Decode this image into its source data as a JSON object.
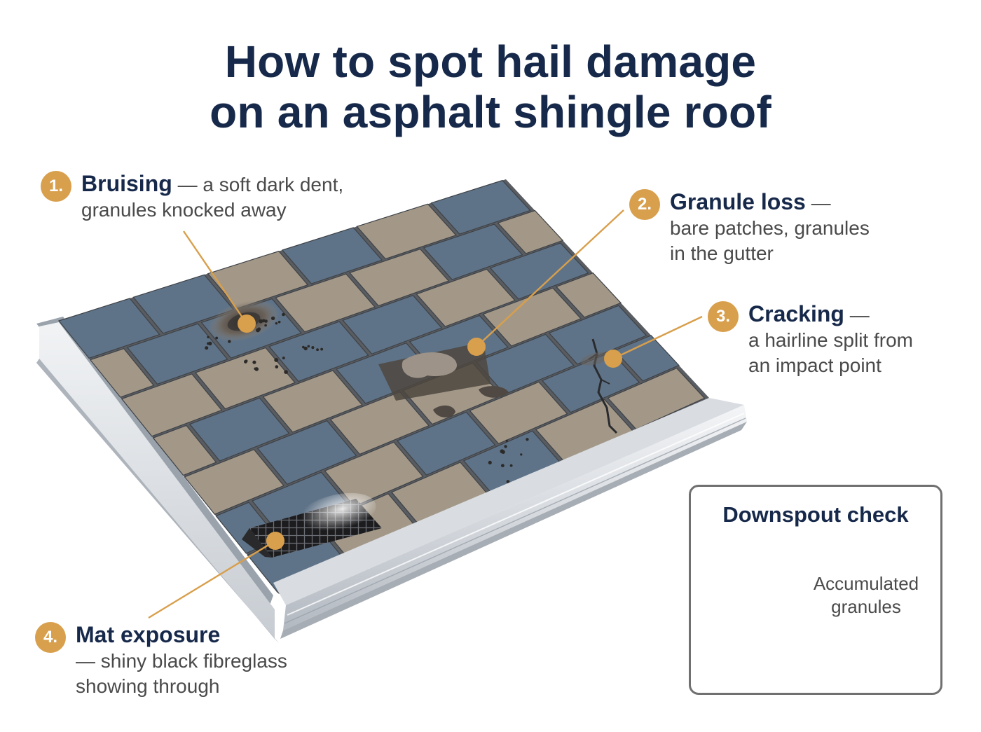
{
  "title": {
    "line1": "How to spot hail damage",
    "line2": "on an asphalt shingle roof"
  },
  "callouts": [
    {
      "number": "1.",
      "term": "Bruising",
      "desc": "— a soft dark dent,",
      "desc2": "granules knocked away"
    },
    {
      "number": "2.",
      "term": "Granule loss",
      "desc": "—",
      "desc2": "bare patches, granules",
      "desc3": "in the gutter"
    },
    {
      "number": "3.",
      "term": "Cracking",
      "desc": "—",
      "desc2": "a hairline split from",
      "desc3": "an impact point"
    },
    {
      "number": "4.",
      "term": "Mat exposure",
      "desc": "— shiny black fibreglass",
      "desc2": "showing through"
    }
  ],
  "downspout": {
    "title": "Downspout check",
    "label_line1": "Accumulated",
    "label_line2": "granules"
  },
  "colors": {
    "title": "#17294a",
    "accent": "#d89f4c",
    "shingle_blue": "#5f7388",
    "shingle_tan": "#a39888",
    "gutter": "#dcdfe3"
  }
}
